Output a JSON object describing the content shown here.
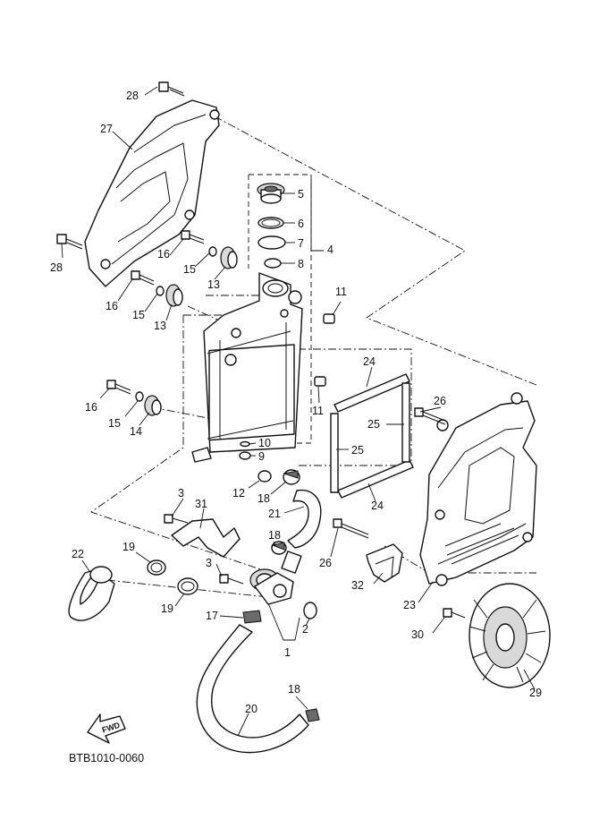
{
  "diagram": {
    "code": "BTB1010-0060",
    "fwd_label": "FWD",
    "labels": {
      "p1": "1",
      "p2": "2",
      "p3a": "3",
      "p3b": "3",
      "p4": "4",
      "p5": "5",
      "p6": "6",
      "p7": "7",
      "p8": "8",
      "p9": "9",
      "p10": "10",
      "p11a": "11",
      "p11b": "11",
      "p12": "12",
      "p13a": "13",
      "p13b": "13",
      "p14": "14",
      "p15a": "15",
      "p15b": "15",
      "p15c": "15",
      "p16a": "16",
      "p16b": "16",
      "p16c": "16",
      "p17": "17",
      "p18a": "18",
      "p18b": "18",
      "p18c": "18",
      "p19a": "19",
      "p19b": "19",
      "p20": "20",
      "p21": "21",
      "p22": "22",
      "p23": "23",
      "p24a": "24",
      "p24b": "24",
      "p25a": "25",
      "p25b": "25",
      "p26a": "26",
      "p26b": "26",
      "p27": "27",
      "p28a": "28",
      "p28b": "28",
      "p29": "29",
      "p30": "30",
      "p31": "31",
      "p32": "32"
    }
  }
}
